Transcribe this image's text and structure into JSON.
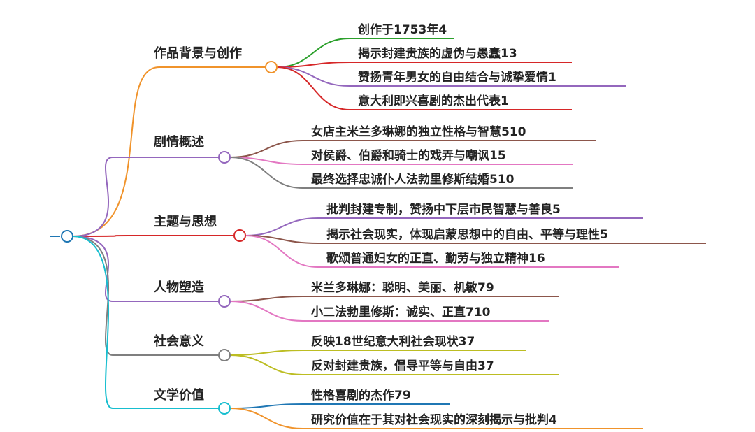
{
  "mindmap": {
    "branches": [
      {
        "label": "作品背景与创作",
        "color": "#f0932b",
        "children": [
          {
            "label": "创作于1753年4",
            "color": "#2ca02c"
          },
          {
            "label": "揭示封建贵族的虚伪与愚蠢13",
            "color": "#d62728"
          },
          {
            "label": "赞扬青年男女的自由结合与诚挚爱情1",
            "color": "#9467bd"
          },
          {
            "label": "意大利即兴喜剧的杰出代表1",
            "color": "#d62728"
          }
        ]
      },
      {
        "label": "剧情概述",
        "color": "#9467bd",
        "children": [
          {
            "label": "女店主米兰多琳娜的独立性格与智慧510",
            "color": "#8c564b"
          },
          {
            "label": "对侯爵、伯爵和骑士的戏弄与嘲讽15",
            "color": "#e377c2"
          },
          {
            "label": "最终选择忠诚仆人法勃里修斯结婚510",
            "color": "#7f7f7f"
          }
        ]
      },
      {
        "label": "主题与思想",
        "color": "#d62728",
        "children": [
          {
            "label": "批判封建专制，赞扬中下层市民智慧与善良5",
            "color": "#9467bd"
          },
          {
            "label": "揭示社会现实，体现启蒙思想中的自由、平等与理性5",
            "color": "#8c564b"
          },
          {
            "label": "歌颂普通妇女的正直、勤劳与独立精神16",
            "color": "#e377c2"
          }
        ]
      },
      {
        "label": "人物塑造",
        "color": "#9467bd",
        "children": [
          {
            "label": "米兰多琳娜：聪明、美丽、机敏79",
            "color": "#8c564b"
          },
          {
            "label": "小二法勃里修斯：诚实、正直710",
            "color": "#e377c2"
          }
        ]
      },
      {
        "label": "社会意义",
        "color": "#7f7f7f",
        "children": [
          {
            "label": "反映18世纪意大利社会现状37",
            "color": "#bcbd22"
          },
          {
            "label": "反对封建贵族，倡导平等与自由37",
            "color": "#bcbd22"
          }
        ]
      },
      {
        "label": "文学价值",
        "color": "#17becf",
        "children": [
          {
            "label": "性格喜剧的杰作79",
            "color": "#1f77b4"
          },
          {
            "label": "研究价值在于其对社会现实的深刻揭示与批判4",
            "color": "#f0932b"
          }
        ]
      }
    ]
  }
}
